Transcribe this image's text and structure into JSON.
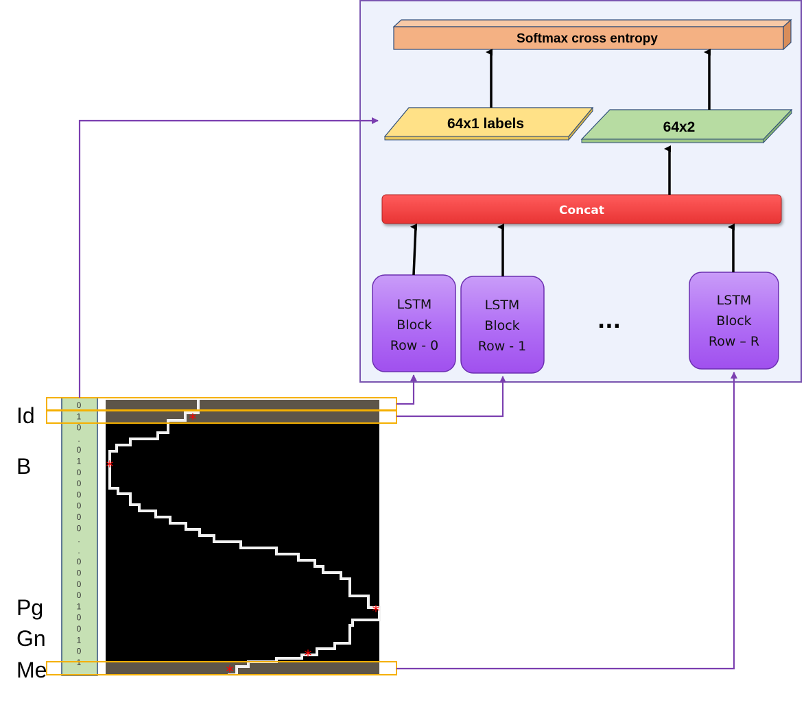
{
  "diagram": {
    "softmax_label": "Softmax cross entropy",
    "labels_block": "64x1 labels",
    "output_block": "64x2",
    "concat_label": "Concat",
    "ellipsis": "...",
    "lstm_blocks": [
      {
        "line1": "LSTM",
        "line2": "Block",
        "line3": "Row - 0"
      },
      {
        "line1": "LSTM",
        "line2": "Block",
        "line3": "Row - 1"
      },
      {
        "line1": "LSTM",
        "line2": "Block",
        "line3": "Row – R"
      }
    ],
    "landmarks": [
      "Id",
      "B",
      "Pg",
      "Gn",
      "Me"
    ],
    "row_labels": [
      "0",
      "1",
      "0",
      ".",
      "0",
      "1",
      "0",
      "0",
      "0",
      "0",
      "0",
      "0",
      ".",
      ".",
      "0",
      "0",
      "0",
      "0",
      "1",
      "0",
      "0",
      "1",
      "0",
      "1"
    ]
  },
  "colors": {
    "panel_bg": "#eef2fc",
    "panel_border": "#7a55b0",
    "softmax_fill": "#f4b183",
    "labels_fill": "#ffe187",
    "output_fill": "#b7dca2",
    "concat_fill": "#ff4d4d",
    "lstm_fill": "#b565f7",
    "arrow_purple": "#7b3fb0",
    "highlight_orange": "#f5b000",
    "label_column": "#c6e0b4",
    "marker_red": "#ff0000"
  }
}
